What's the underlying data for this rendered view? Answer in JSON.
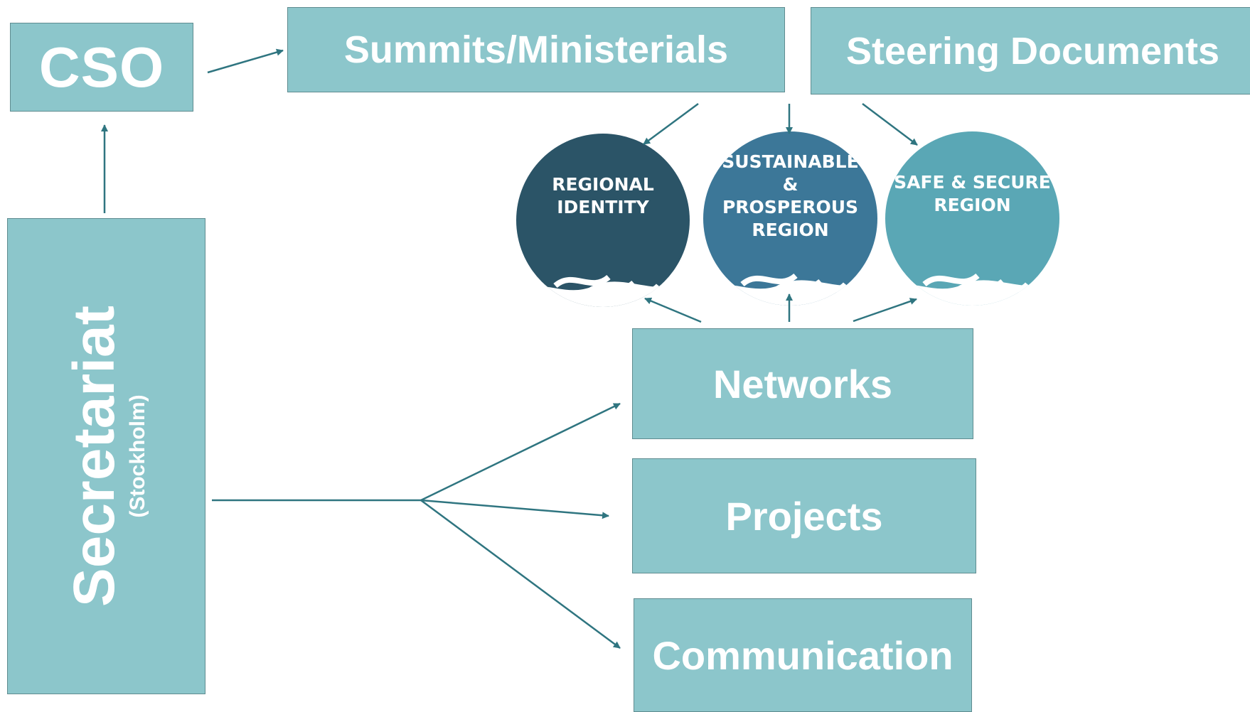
{
  "boxes": {
    "cso": "CSO",
    "summits": "Summits/Ministerials",
    "steering": "Steering Documents",
    "networks": "Networks",
    "projects": "Projects",
    "communication": "Communication"
  },
  "secretariat": {
    "title": "Secretariat",
    "location": "(Stockholm)"
  },
  "circles": {
    "regional": [
      "REGIONAL",
      "IDENTITY"
    ],
    "sustainable": [
      "SUSTAINABLE",
      "&",
      "PROSPEROUS",
      "REGION"
    ],
    "safe": [
      "SAFE & SECURE",
      "REGION"
    ]
  },
  "colors": {
    "box_fill": "#8cc6cb",
    "arrow": "#2f7580",
    "regional": "#2b5467",
    "sustainable": "#3c7798",
    "safe": "#5aa7b5"
  }
}
